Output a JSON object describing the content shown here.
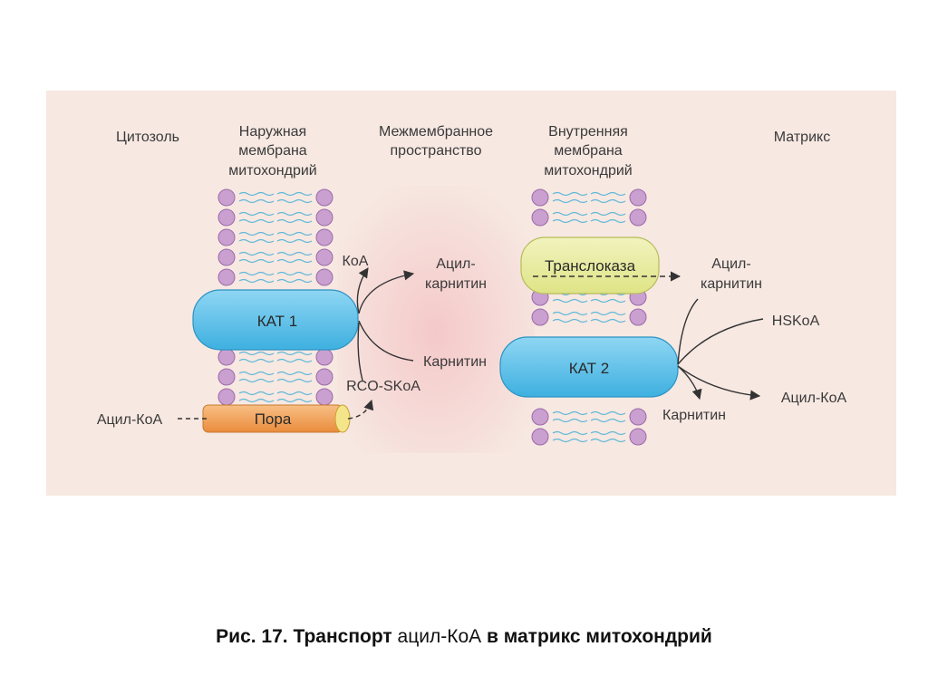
{
  "regions": {
    "cytosol": "Цитозоль",
    "outer_membrane": [
      "Наружная",
      "мембрана",
      "митохондрий"
    ],
    "intermembrane_space": [
      "Межмембранное",
      "пространство"
    ],
    "inner_membrane": [
      "Внутренняя",
      "мембрана",
      "митохондрий"
    ],
    "matrix": "Матрикс"
  },
  "proteins": {
    "kat1": "КАТ 1",
    "kat2": "КАТ 2",
    "translocase": "Транслоказа",
    "pore": "Пора"
  },
  "molecules": {
    "acyl_coa_in": "Ацил-КоА",
    "rco_skoa": "RCO-SKoA",
    "coa": "КоА",
    "carnitine_ims": "Карнитин",
    "acylcarnitine_ims": [
      "Ацил-",
      "карнитин"
    ],
    "acylcarnitine_matrix": [
      "Ацил-",
      "карнитин"
    ],
    "hskoa": "HSKoA",
    "acyl_coa_out": "Ацил-КоА",
    "carnitine_matrix": "Карнитин"
  },
  "caption": {
    "prefix": "Рис. 17. Транспорт ",
    "middle": "ацил-КоА",
    "suffix": " в матрикс митохондрий"
  },
  "colors": {
    "panel_bg": "#f7e8e2",
    "ims_bg": "#f5d3d3",
    "lipid_head": "#c9a0d0",
    "lipid_tail": "#5fb8d8",
    "kat_fill": "#5cc0ea",
    "translocase_fill": "#e7eb9e",
    "pore_fill": "#f3a35b",
    "arrow": "#333333"
  }
}
